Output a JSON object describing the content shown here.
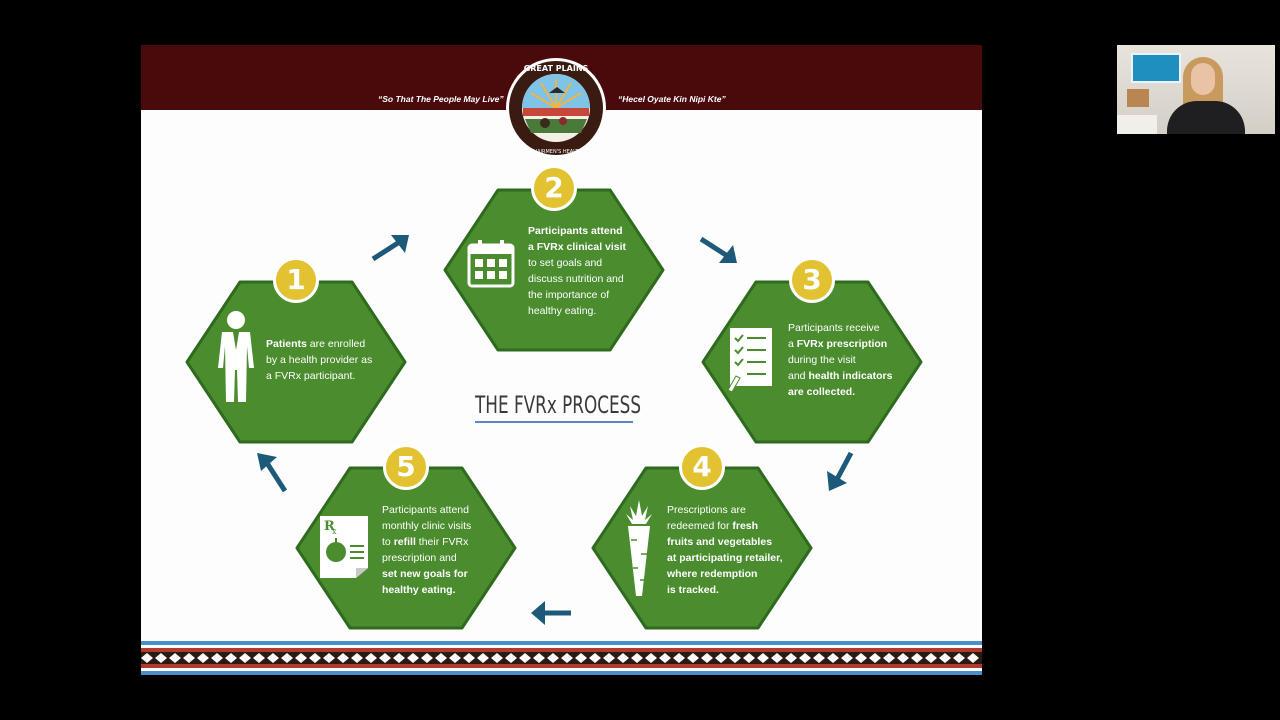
{
  "header": {
    "motto_left": "“So That The People May Live”",
    "motto_right": "“Hecel Oyate Kin Nipi Kte”",
    "seal_top_text": "GREAT PLAINS",
    "seal_bottom_text": "TRIBAL CHAIRMEN'S HEALTH BOARD"
  },
  "title": "THE FVRx PROCESS",
  "steps": [
    {
      "number": "1",
      "bold1": "Patients",
      "text1": " are enrolled",
      "text2": "by a health provider as",
      "text3": "a FVRx participant.",
      "icon": "person-doctor-icon"
    },
    {
      "number": "2",
      "l1": "Participants attend",
      "l2": "a FVRx clinical visit",
      "l3": "to set goals and",
      "l4": "discuss nutrition and",
      "l5": "the importance of",
      "l6": "healthy eating.",
      "icon": "calendar-icon"
    },
    {
      "number": "3",
      "l1": "Participants receive",
      "l2a": "a ",
      "l2b": "FVRx prescription",
      "l3": "during the visit",
      "l4a": "and ",
      "l4b": "health indicators",
      "l5": "are collected.",
      "icon": "checklist-icon"
    },
    {
      "number": "4",
      "l1": "Prescriptions are",
      "l2a": "redeemed for  ",
      "l2b": "fresh",
      "l3": "fruits and vegetables",
      "l4": "at participating retailer,",
      "l5": "where redemption",
      "l6": "is tracked.",
      "icon": "carrot-icon"
    },
    {
      "number": "5",
      "l1": "Participants attend",
      "l2": "monthly clinic visits",
      "l3a": "to ",
      "l3b": "refill",
      "l3c": " their FVRx",
      "l4": "prescription and",
      "l5": "set new goals for",
      "l6": "healthy eating.",
      "icon": "rx-apple-icon"
    }
  ],
  "colors": {
    "hex_green": "#4a8c2e",
    "badge_yellow": "#e2c230",
    "arrow_blue": "#1d5a7a",
    "banner": "#4a0a0c"
  },
  "webcam": {
    "label": "presenter-webcam"
  }
}
